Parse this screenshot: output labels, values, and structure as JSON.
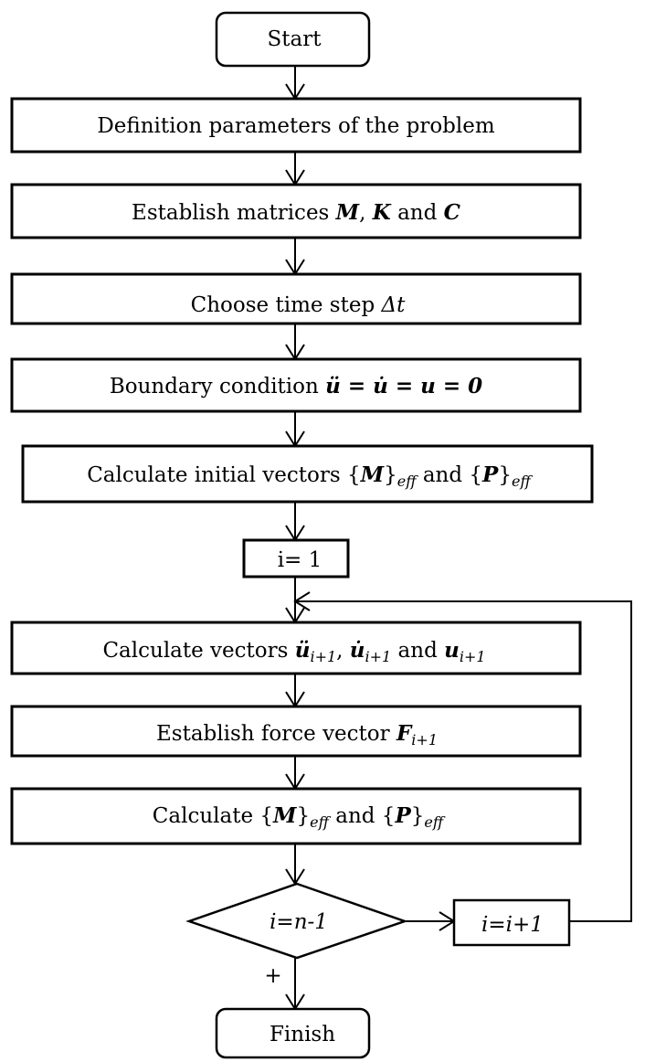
{
  "nodes": {
    "start": "Start",
    "definition": "Definition parameters of the problem",
    "establish_prefix": "Establish matrices ",
    "mat_m": "M",
    "sep_comma": ", ",
    "mat_k": "K",
    "and_word": " and ",
    "mat_c": "C",
    "timestep_prefix": "Choose time step ",
    "timestep_sym": "Δt",
    "boundary_prefix": "Boundary condition ",
    "boundary_expr": "ü = u̇ = u = 0",
    "init_prefix": "Calculate initial vectors {",
    "init_m": "M",
    "init_mid": "}",
    "eff1": "eff",
    "init_and": "  and {",
    "init_p": "P",
    "init_close": "}",
    "eff2": "eff",
    "i_init": "i= 1",
    "vectors_prefix": "Calculate vectors ",
    "u_dd": "ü",
    "sub_i1_a": "i+1",
    "comma2": ", ",
    "u_d": "u̇",
    "sub_i1_b": "i+1",
    "and2": " and ",
    "u_plain": "u",
    "sub_i1_c": "i+1",
    "force_prefix": "Establish force vector ",
    "force_f": "F",
    "force_sub": "i+1",
    "calc_prefix": "Calculate {",
    "calc_m": "M",
    "calc_mid": "}",
    "eff3": "eff",
    "calc_and": "  and {",
    "calc_p": "P",
    "calc_close": "}",
    "eff4": "eff",
    "decision": "i=n-1",
    "increment": "i=i+1",
    "plus": "+",
    "finish": "Finish"
  }
}
